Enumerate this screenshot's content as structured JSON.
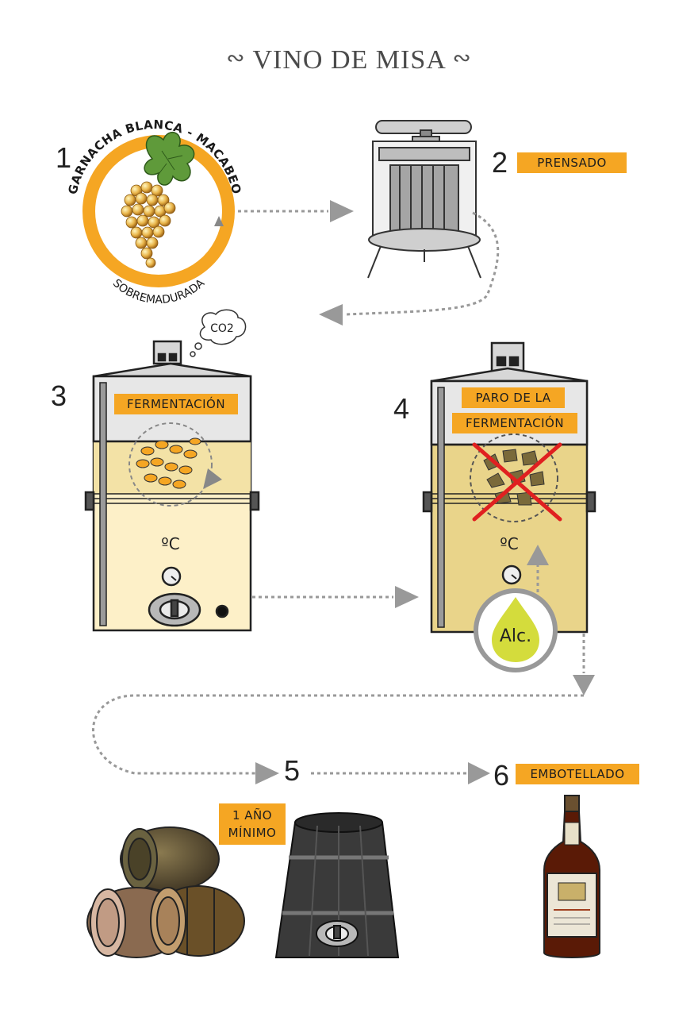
{
  "title": "VINO DE MISA",
  "steps": [
    {
      "number": "1",
      "arc_top": "GARNACHA BLANCA - MACABEO",
      "arc_bottom": "SOBREMADURADA"
    },
    {
      "number": "2",
      "label": "PRENSADO"
    },
    {
      "number": "3",
      "label": "FERMENTACIÓN",
      "bubble": "CO2",
      "temperature": "ºC"
    },
    {
      "number": "4",
      "label_line1": "PARO DE LA",
      "label_line2": "FERMENTACIÓN",
      "temperature": "ºC",
      "additive": "Alc."
    },
    {
      "number": "5",
      "label_line1": "1 AÑO",
      "label_line2": "MÍNIMO"
    },
    {
      "number": "6",
      "label": "EMBOTELLADO"
    }
  ],
  "colors": {
    "accent": "#f5a623",
    "arrow": "#999999",
    "tank_fill": "#fdf0c8",
    "wine_fill": "#e9d48a",
    "cross": "#e02020",
    "alc_drop": "#d4dc3c"
  }
}
